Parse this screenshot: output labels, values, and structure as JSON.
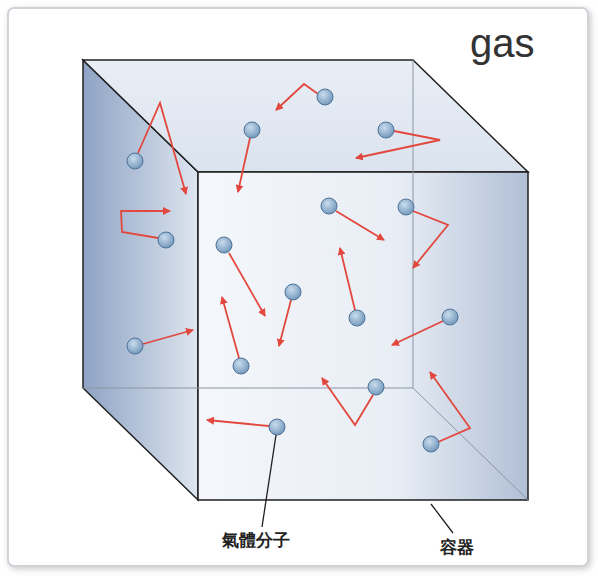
{
  "diagram": {
    "labels": [
      "gas",
      "氣體分子",
      "容器"
    ]
  }
}
